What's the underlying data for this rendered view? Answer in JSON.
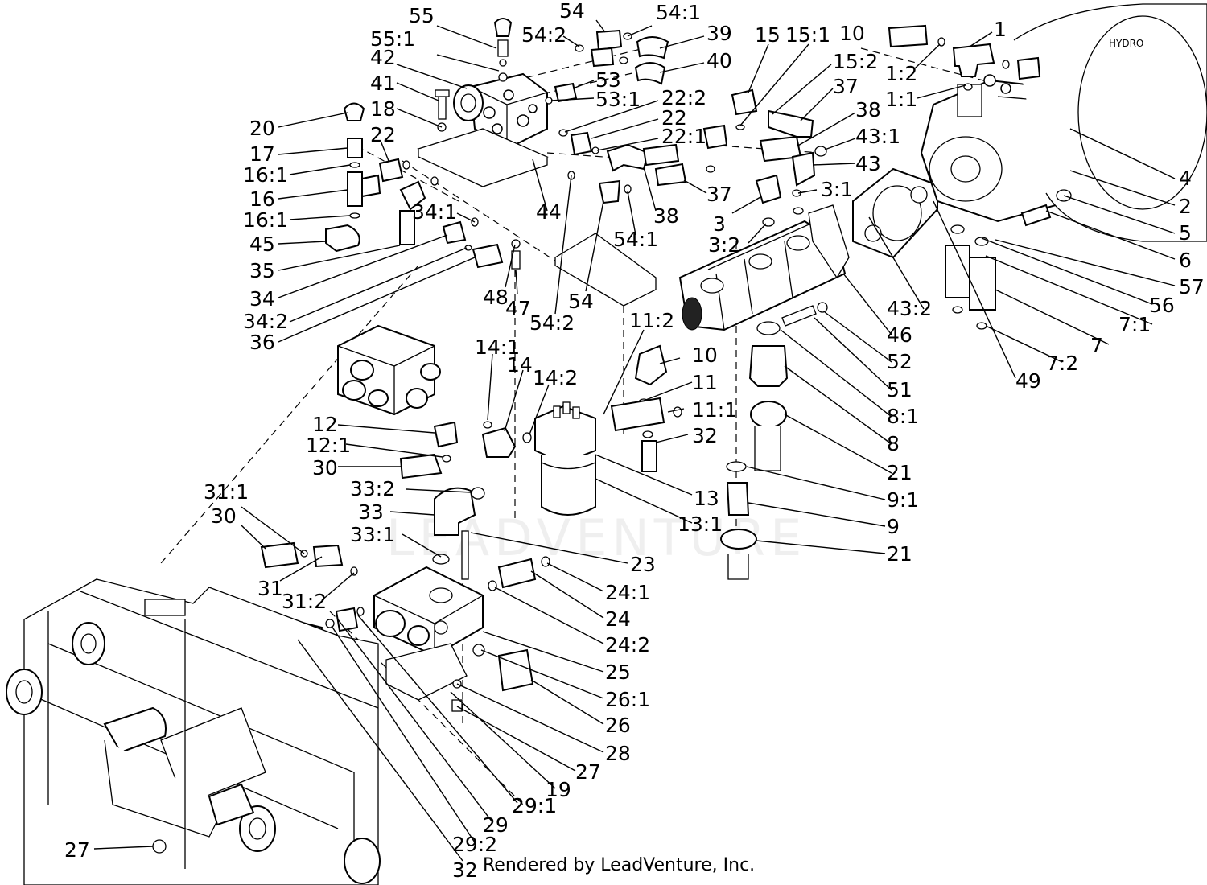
{
  "credit": "Rendered by LeadVenture, Inc.",
  "watermark": "LEADVENTURE",
  "pump_plate_text": "HYDRO",
  "callouts": [
    "55",
    "55:1",
    "42",
    "41",
    "18",
    "20",
    "17",
    "22",
    "16:1",
    "16",
    "16:1",
    "45",
    "35",
    "34",
    "34:2",
    "36",
    "34:1",
    "44",
    "48",
    "47",
    "54:2",
    "54",
    "54",
    "54:2",
    "54:1",
    "53",
    "53:1",
    "22:2",
    "22",
    "22:1",
    "39",
    "40",
    "54:1",
    "38",
    "37",
    "15",
    "15:1",
    "15:2",
    "37",
    "38",
    "43:1",
    "43",
    "3:1",
    "3",
    "3:2",
    "10",
    "1",
    "1:2",
    "1:1",
    "4",
    "2",
    "5",
    "6",
    "57",
    "56",
    "7:1",
    "7",
    "7:2",
    "49",
    "43:2",
    "46",
    "52",
    "51",
    "8:1",
    "8",
    "21",
    "9:1",
    "9",
    "21",
    "11:2",
    "10",
    "11",
    "11:1",
    "32",
    "14:1",
    "14",
    "14:2",
    "13",
    "13:1",
    "12",
    "12:1",
    "30",
    "33:2",
    "33",
    "33:1",
    "23",
    "24:1",
    "24",
    "24:2",
    "25",
    "26:1",
    "26",
    "28",
    "27",
    "19",
    "29:1",
    "29",
    "29:2",
    "32",
    "31:1",
    "30",
    "31",
    "31:2",
    "27"
  ]
}
